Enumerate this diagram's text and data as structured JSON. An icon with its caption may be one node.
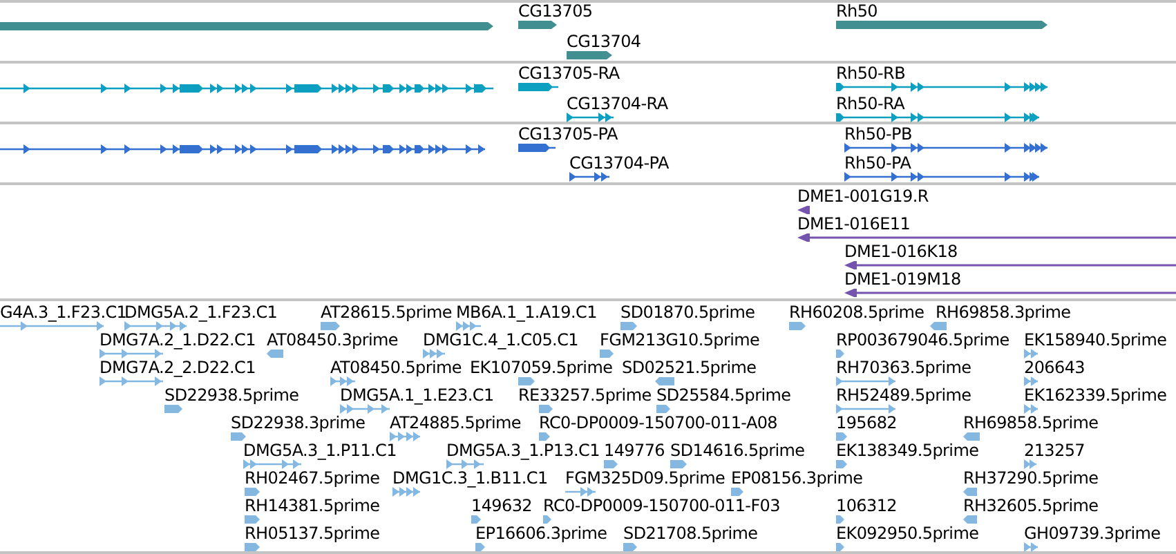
{
  "diagram": {
    "nodes": [
      {
        "text": [],
        "shape": "bar"
      },
      {
        "text": [
          "CG13705"
        ]
      },
      {
        "text": [
          "CG13704"
        ]
      },
      {
        "text": [
          "Rh50"
        ]
      },
      {
        "text": [],
        "shape": "bar"
      },
      {
        "text": [
          "CG13705-RA"
        ]
      },
      {
        "text": [
          "CG13704-RA"
        ]
      },
      {
        "text": [
          "Rh50-RB"
        ]
      },
      {
        "text": [
          "Rh50-RA"
        ]
      },
      {
        "text": [],
        "shape": "bar"
      },
      {
        "text": [
          "CG13705-PA"
        ]
      },
      {
        "text": [
          "CG13704-PA"
        ]
      },
      {
        "text": [
          "Rh50-PB"
        ]
      },
      {
        "text": [
          "Rh50-PA"
        ]
      },
      {
        "text": [
          "DME1-001G19.R"
        ]
      },
      {
        "text": [
          "DME1-016E11"
        ]
      },
      {
        "text": [
          "DME1-016K18"
        ]
      },
      {
        "text": [
          "DME1-019M18"
        ]
      },
      {
        "text": [
          "G4A.3_1.F23.C1"
        ]
      },
      {
        "text": [
          "DMG5A.2_1.F23.C1"
        ]
      },
      {
        "text": [
          "AT28615.5prime"
        ]
      },
      {
        "text": [
          "MB6A.1_1.A19.C1"
        ]
      },
      {
        "text": [
          "SD01870.5prime"
        ]
      },
      {
        "text": [
          "RH60208.5prime"
        ]
      },
      {
        "text": [
          "RH69858.3prime"
        ]
      },
      {
        "text": [
          "DMG7A.2_1.D22.C1"
        ]
      },
      {
        "text": [
          "AT08450.3prime"
        ]
      },
      {
        "text": [
          "DMG1C.4_1.C05.C1"
        ]
      },
      {
        "text": [
          "FGM213G10.5prime"
        ]
      },
      {
        "text": [
          "RP003679046.5prime"
        ]
      },
      {
        "text": [
          "EK158940.5prime"
        ]
      },
      {
        "text": [
          "DMG7A.2_2.D22.C1"
        ]
      },
      {
        "text": [
          "AT08450.5prime"
        ]
      },
      {
        "text": [
          "EK107059.5prime"
        ]
      },
      {
        "text": [
          "SD02521.5prime"
        ]
      },
      {
        "text": [
          "RH70363.5prime"
        ]
      },
      {
        "text": [
          "206643"
        ]
      },
      {
        "text": [
          "SD22938.5prime"
        ]
      },
      {
        "text": [
          "DMG5A.1_1.E23.C1"
        ]
      },
      {
        "text": [
          "RE33257.5prime"
        ]
      },
      {
        "text": [
          "SD25584.5prime"
        ]
      },
      {
        "text": [
          "RH52489.5prime"
        ]
      },
      {
        "text": [
          "EK162339.5prime"
        ]
      },
      {
        "text": [
          "SD22938.3prime"
        ]
      },
      {
        "text": [
          "AT24885.5prime"
        ]
      },
      {
        "text": [
          "RC0-DP0009-150700-011-A08"
        ]
      },
      {
        "text": [
          "195682"
        ]
      },
      {
        "text": [
          "RH69858.5prime"
        ]
      },
      {
        "text": [
          "DMG5A.3_1.P11.C1"
        ]
      },
      {
        "text": [
          "DMG5A.3_1.P13.C1"
        ]
      },
      {
        "text": [
          "149776"
        ]
      },
      {
        "text": [
          "SD14616.5prime"
        ]
      },
      {
        "text": [
          "EK138349.5prime"
        ]
      },
      {
        "text": [
          "213257"
        ]
      },
      {
        "text": [
          "RH02467.5prime"
        ]
      },
      {
        "text": [
          "DMG1C.3_1.B11.C1"
        ]
      },
      {
        "text": [
          "FGM325D09.5prime"
        ]
      },
      {
        "text": [
          "EP08156.3prime"
        ]
      },
      {
        "text": [
          "RH37290.5prime"
        ]
      },
      {
        "text": [
          "RH14381.5prime"
        ]
      },
      {
        "text": [
          "149632"
        ]
      },
      {
        "text": [
          "RC0-DP0009-150700-011-F03"
        ]
      },
      {
        "text": [
          "106312"
        ]
      },
      {
        "text": [
          "RH32605.5prime"
        ]
      },
      {
        "text": [
          "RH05137.5prime"
        ]
      },
      {
        "text": [
          "EP16606.3prime"
        ]
      },
      {
        "text": [
          "SD21708.5prime"
        ]
      },
      {
        "text": [
          "EK092950.5prime"
        ]
      },
      {
        "text": [
          "GH09739.3prime"
        ]
      }
    ]
  }
}
